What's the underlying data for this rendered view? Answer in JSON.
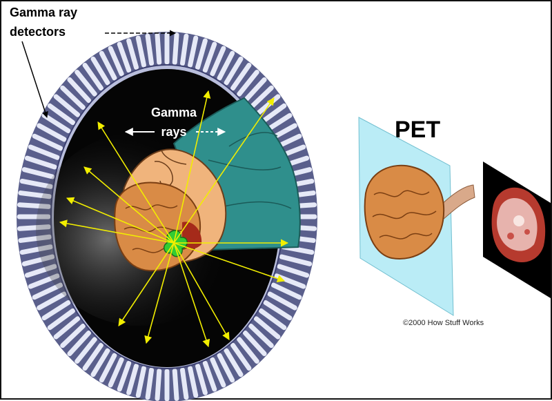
{
  "labels": {
    "detectors_line1": "Gamma ray",
    "detectors_line2": "detectors",
    "rays_line1": "Gamma",
    "rays_line2": "rays",
    "pet": "PET",
    "credit": "©2000 How Stuff Works"
  },
  "colors": {
    "frame": "#111111",
    "ring_fill": "#d8dcf0",
    "ring_stroke": "#5a5f8c",
    "bore": "#050505",
    "ray": "#f2ee00",
    "sheet": "#2f8f8c",
    "face": "#f0b47c",
    "brain": "#d98b46",
    "tracer": "#33cc33",
    "scan_plane": "#aee9f5"
  },
  "icons": [
    "detector-ring-icon",
    "patient-head-icon",
    "brain-icon",
    "scan-slice-icon"
  ]
}
